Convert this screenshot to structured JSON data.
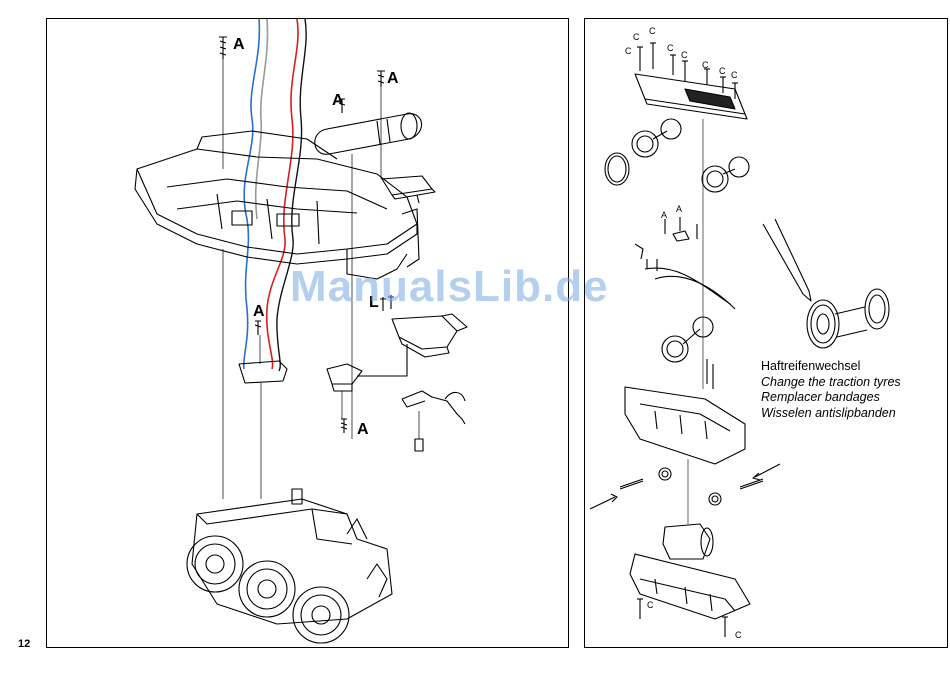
{
  "page": {
    "number": "12"
  },
  "left_panel": {
    "labels": [
      "A",
      "A",
      "A",
      "A",
      "A",
      "L"
    ]
  },
  "right_panel": {
    "labels": [
      "C",
      "C",
      "C",
      "C",
      "C",
      "C",
      "C",
      "C",
      "C",
      "C",
      "A",
      "A"
    ],
    "caption": {
      "german": "Haftreifenwechsel",
      "english": "Change the traction tyres",
      "french": "Remplacer bandages",
      "dutch": "Wisselen antislipbanden"
    }
  },
  "watermark": {
    "text": "ManualsLib.de",
    "color": "#78aae1"
  }
}
